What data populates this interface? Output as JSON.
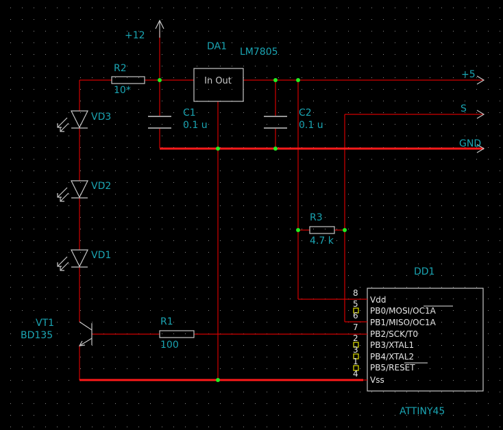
{
  "colors": {
    "background": "#000000",
    "grid_dot": "#8c8c8c",
    "wire": "#d40000",
    "bus": "#ff1a1a",
    "junction": "#22ee22",
    "component": "#c8c8c8",
    "label": "#1aa5b3",
    "pin_number": "#e6e6e6",
    "unconnected_pin": "#e6e600"
  },
  "power": {
    "v12": "+12"
  },
  "regulator": {
    "ref": "DA1",
    "part": "LM7805",
    "body_text": "In Out"
  },
  "nets": {
    "plus5": "+5",
    "signal": "S",
    "gnd": "GND"
  },
  "resistors": {
    "r1": {
      "ref": "R1",
      "value": "100"
    },
    "r2": {
      "ref": "R2",
      "value": "10*"
    },
    "r3": {
      "ref": "R3",
      "value": "4.7 k"
    }
  },
  "capacitors": {
    "c1": {
      "ref": "C1",
      "value": "0.1 u"
    },
    "c2": {
      "ref": "C2",
      "value": "0.1 u"
    }
  },
  "leds": {
    "vd1": "VD1",
    "vd2": "VD2",
    "vd3": "VD3"
  },
  "transistor": {
    "ref": "VT1",
    "part": "BD135"
  },
  "mcu": {
    "ref": "DD1",
    "part": "ATTINY45",
    "pins": [
      {
        "number": "8",
        "label": "Vdd"
      },
      {
        "number": "5",
        "label": "PB0/MOSI/OC1A"
      },
      {
        "number": "6",
        "label": "PB1/MISO/OC1A"
      },
      {
        "number": "7",
        "label": "PB2/SCK/T0"
      },
      {
        "number": "2",
        "label": "PB3/XTAL1"
      },
      {
        "number": "3",
        "label": "PB4/XTAL2"
      },
      {
        "number": "1",
        "label": "PB5/RESET"
      },
      {
        "number": "4",
        "label": "Vss"
      }
    ]
  }
}
